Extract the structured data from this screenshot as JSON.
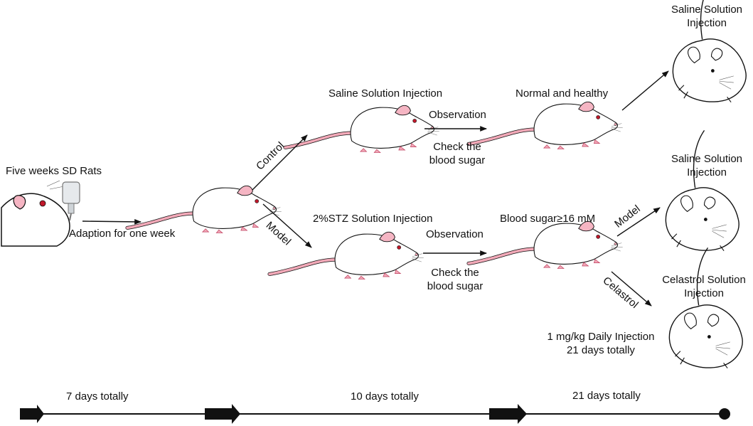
{
  "start": {
    "label": "Five weeks SD Rats"
  },
  "adaption": {
    "label": "Adaption for one week"
  },
  "branches": {
    "control": "Control",
    "model": "Model"
  },
  "control_group": {
    "injection": "Saline Solution Injection",
    "observation": "Observation",
    "check": [
      "Check the",
      "blood sugar"
    ],
    "outcome": "Normal and healthy"
  },
  "model_group": {
    "injection": "2%STZ Solution Injection",
    "observation": "Observation",
    "check": [
      "Check the",
      "blood sugar"
    ],
    "outcome": "Blood sugar≥16 mM"
  },
  "final_groups": {
    "normal": [
      "Saline Solution",
      "Injection"
    ],
    "model": {
      "arrow_label": "Model",
      "title": [
        "Saline Solution",
        "Injection"
      ]
    },
    "celastrol": {
      "arrow_label": "Celastrol",
      "title": [
        "Celastrol Solution",
        "Injection"
      ],
      "dose": [
        "1 mg/kg Daily Injection",
        "21 days totally"
      ]
    }
  },
  "timeline": [
    "7 days totally",
    "10 days totally",
    "21 days totally"
  ],
  "colors": {
    "tail": "#f2a9b8",
    "ear": "#f5b5c3",
    "eye": "#c0182a",
    "line": "#111111",
    "body": "#ffffff"
  }
}
